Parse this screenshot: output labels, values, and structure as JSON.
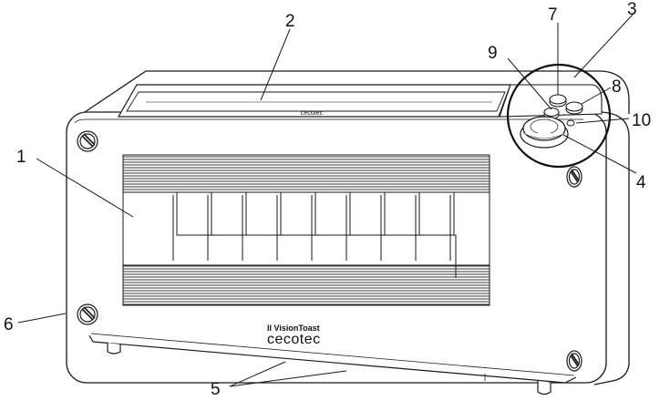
{
  "figure": {
    "model_label": "II VisionToast",
    "brand_label": "cecotec",
    "top_brand_label": "cecotec",
    "callouts": [
      {
        "id": "1",
        "label": "1"
      },
      {
        "id": "2",
        "label": "2"
      },
      {
        "id": "3",
        "label": "3"
      },
      {
        "id": "4",
        "label": "4"
      },
      {
        "id": "5",
        "label": "5"
      },
      {
        "id": "6",
        "label": "6"
      },
      {
        "id": "7",
        "label": "7"
      },
      {
        "id": "8",
        "label": "8"
      },
      {
        "id": "9",
        "label": "9"
      },
      {
        "id": "10",
        "label": "10"
      }
    ]
  },
  "colors": {
    "line": "#1a1a1a",
    "background": "#ffffff"
  }
}
